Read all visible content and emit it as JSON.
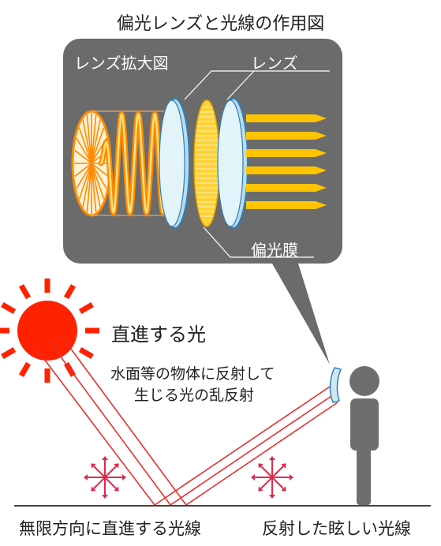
{
  "title": "偏光レンズと光線の作用図",
  "callout": {
    "title": "レンズ拡大図",
    "lens_label": "レンズ",
    "film_label": "偏光膜"
  },
  "direct_light_label": "直進する光",
  "reflection_text": {
    "line1": "水面等の物体に反射して",
    "line2": "生じる光の乱反射"
  },
  "bottom_labels": {
    "left": "無限方向に直進する光線",
    "right": "反射した眩しい光線"
  },
  "colors": {
    "callout_bg": "#6b6b6b",
    "sun": "#ff2200",
    "ray": "#e5312f",
    "wave": "#ff8a00",
    "film": "#ffc400",
    "lens": "#cfe8f3",
    "lens_edge": "#2f7fb8",
    "person": "#6e6e6e",
    "ground": "#444444"
  }
}
